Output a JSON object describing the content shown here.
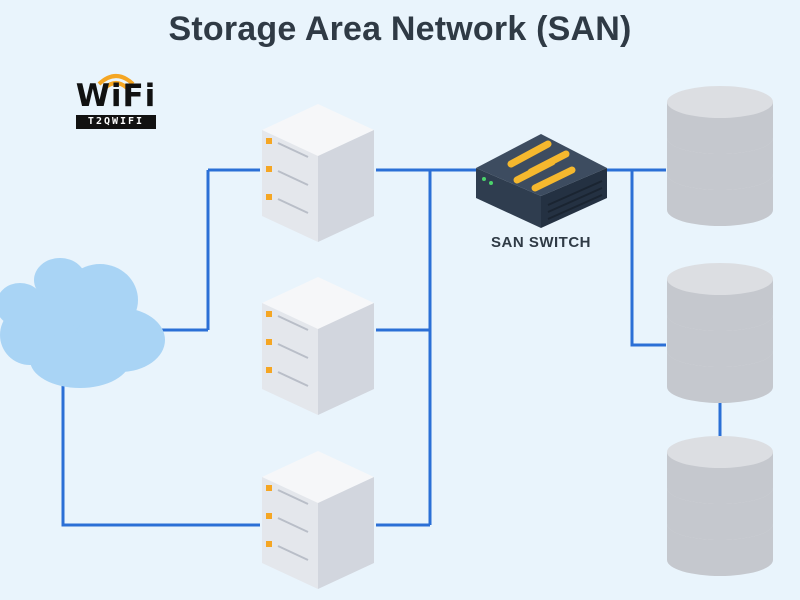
{
  "title": "Storage Area Network (SAN)",
  "logo": {
    "word": "WiFi",
    "subtitle": "T2QWIFI"
  },
  "switch": {
    "label": "SAN SWITCH"
  },
  "colors": {
    "link": "#2b6fd6",
    "cloud": "#a9d4f5",
    "server_body": "#eceef2",
    "server_top": "#f6f7f9",
    "server_led": "#f5a623",
    "switch_body": "#2f3d4f",
    "switch_arrows": "#f5b82e",
    "disk": "#c9ccd2"
  },
  "nodes": {
    "cloud": "cloud-icon",
    "servers": [
      "server-icon",
      "server-icon",
      "server-icon"
    ],
    "san_switch": "switch-icon",
    "storage": [
      "database-icon",
      "database-icon",
      "database-icon"
    ]
  }
}
